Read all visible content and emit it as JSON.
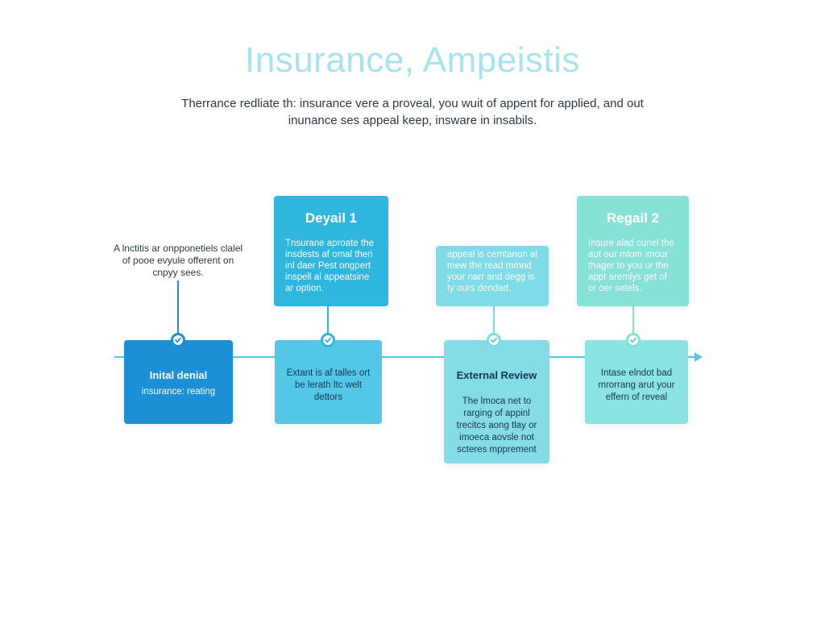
{
  "header": {
    "title": "Insurance, Ampeistis",
    "subtitle": "Therrance redliate th: insurance vere a proveal, you wuit of appent for applied, and out inunance ses appeal keep, insware in insabils."
  },
  "float_note": "A lnctitis ar onpponetiels clalel of pooe evyule offerent on cnpyy sees.",
  "top_cards": [
    {
      "title": "Deyail 1",
      "text": "Tnsurane aproate the insdests af omal theri inl daer Pest ongpert inspell al appeatsine ar option."
    },
    {
      "title": "",
      "text": "appeal is cemtanon al mew the read mmnd your narr and degg is ty ours dendad."
    },
    {
      "title": "Regail 2",
      "text": "Insure alad cunel the aut our mlom imour thager to you ur the appt aremlys get of or oer setels."
    }
  ],
  "bottom_cards": [
    {
      "title": "Inital denial",
      "text": "insurance: reating"
    },
    {
      "title": "",
      "text": "Extant is af talles ort be lerath ltc welt dettors"
    },
    {
      "title": "External Review",
      "text": "The lmoca net to rarging of appinl trecitcs aong tlay or imoeca aovsle not scteres mpprement"
    },
    {
      "title": "",
      "text": "Intase elndot bad mrorrang arut your effern of reveal"
    }
  ],
  "icons": {
    "node": "check-shield-icon"
  },
  "colors": {
    "title": "#a6e2ef",
    "timeline": "#56c7df",
    "box1": "#1d8fd6",
    "box2": "#54c6e8",
    "box3": "#85dbe8",
    "box4": "#8be4e2",
    "top1": "#2eb6df",
    "top2": "#7fdbe8",
    "top3": "#86e2d6"
  }
}
